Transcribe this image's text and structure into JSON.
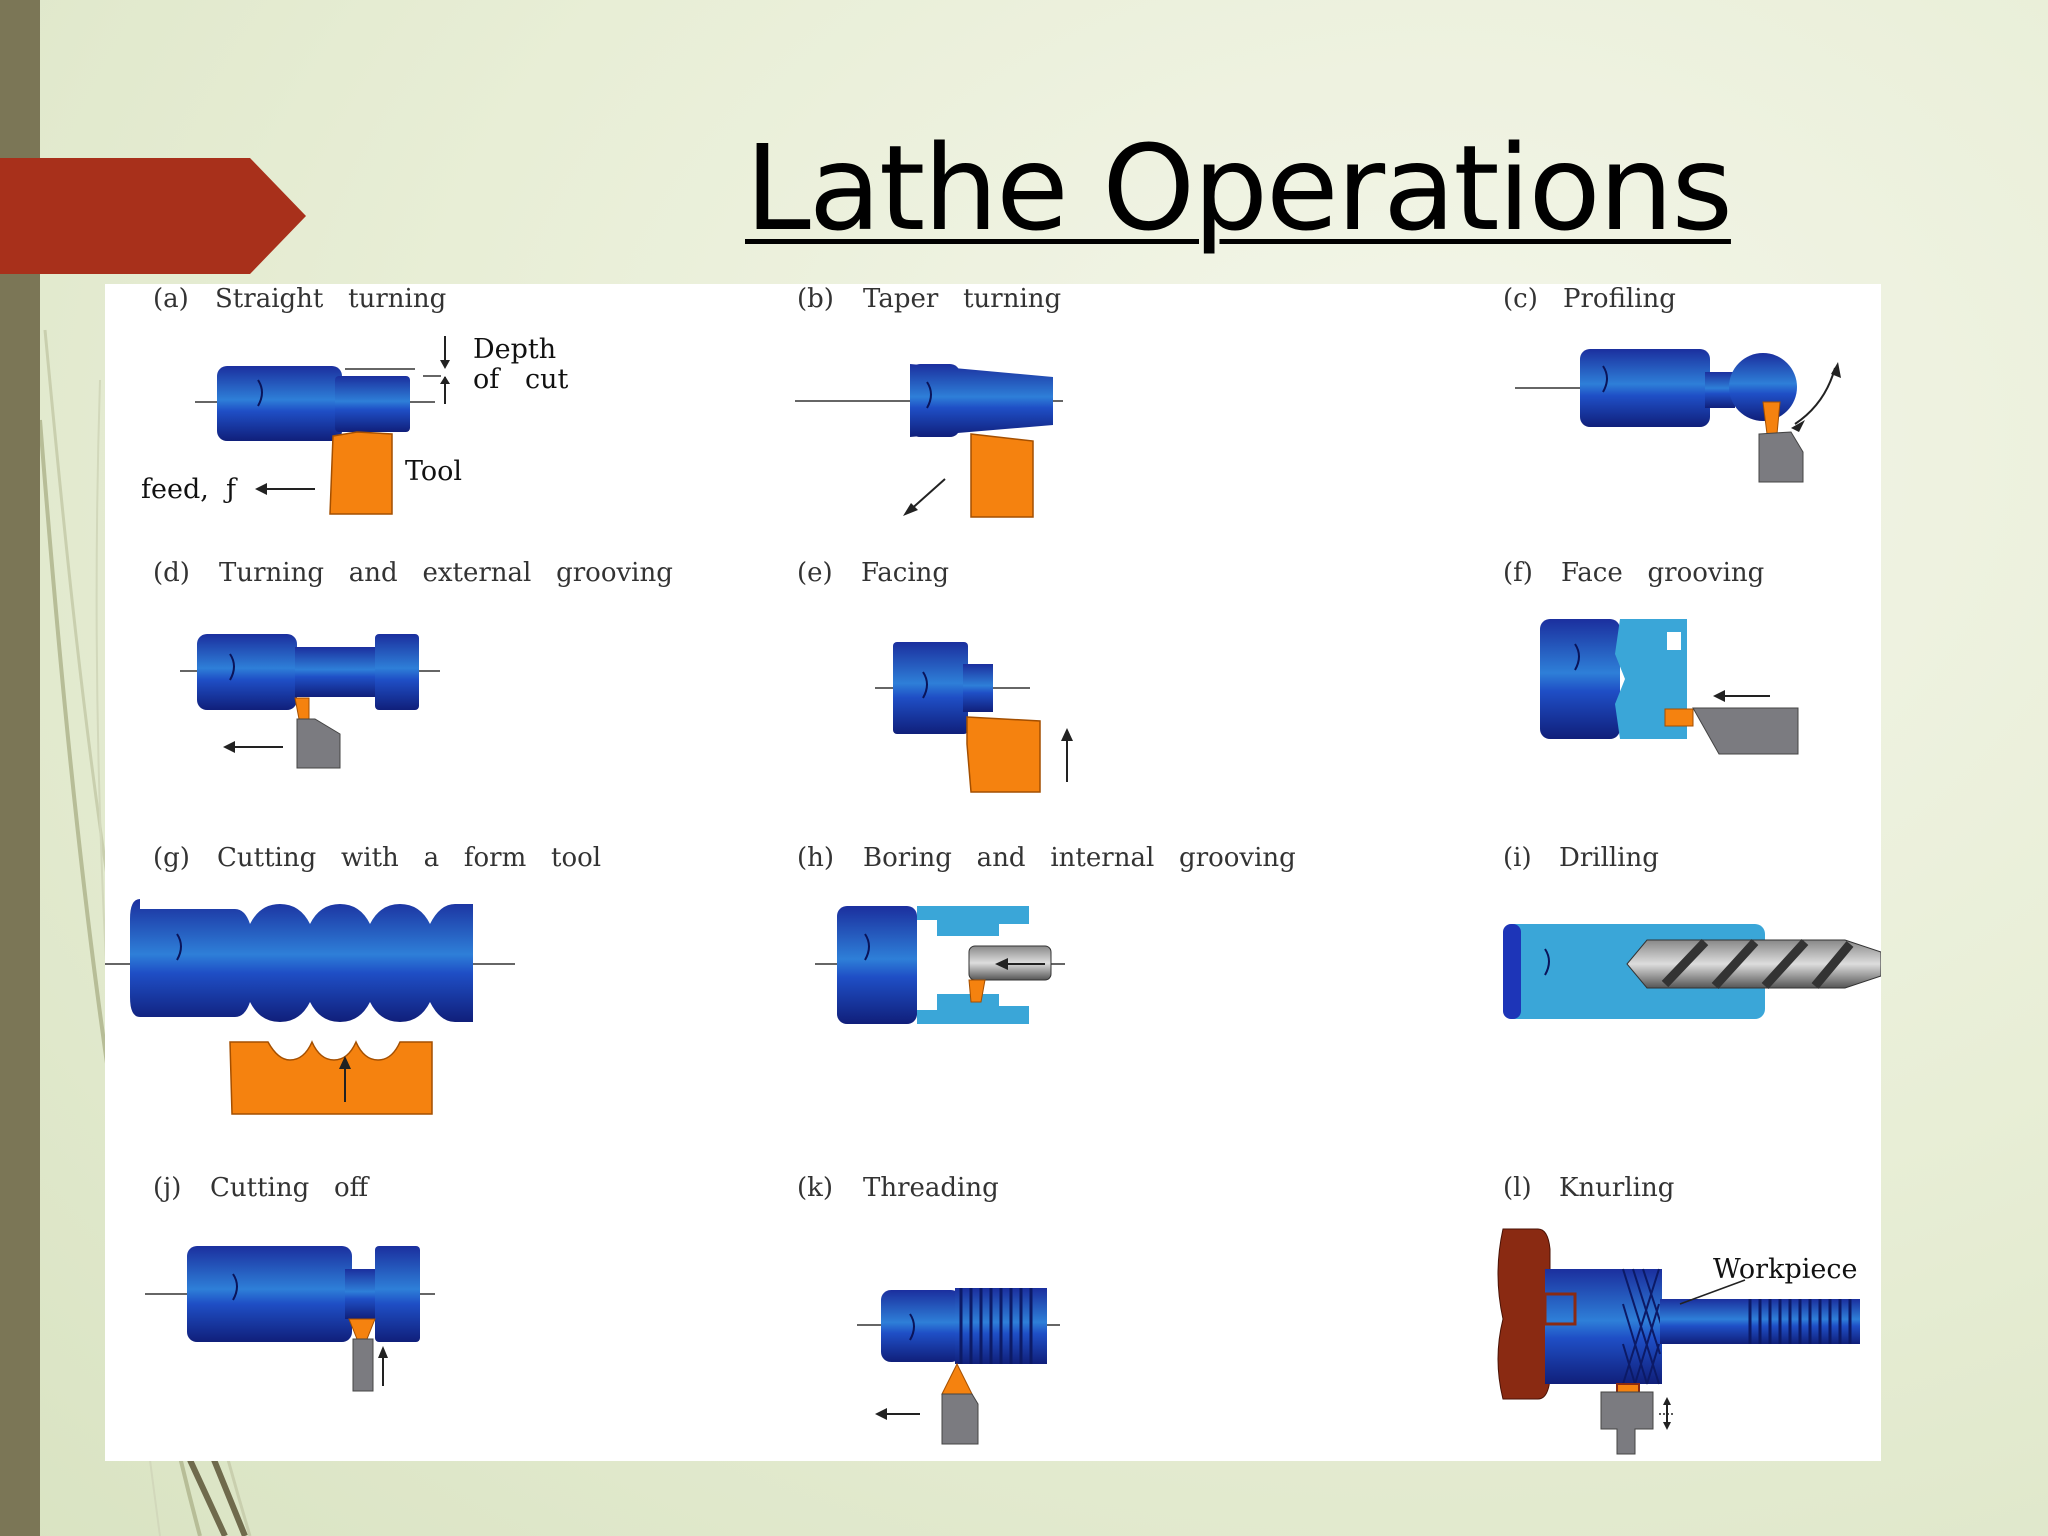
{
  "slide": {
    "title": "Lathe Operations"
  },
  "operations": [
    {
      "letter": "(a)",
      "name": "Straight   turning"
    },
    {
      "letter": "(b)",
      "name": "Taper   turning"
    },
    {
      "letter": "(c)",
      "name": "Profiling"
    },
    {
      "letter": "(d)",
      "name": "Turning   and   external   grooving"
    },
    {
      "letter": "(e)",
      "name": "Facing"
    },
    {
      "letter": "(f)",
      "name": "Face   grooving"
    },
    {
      "letter": "(g)",
      "name": "Cutting   with   a   form   tool"
    },
    {
      "letter": "(h)",
      "name": "Boring   and   internal   grooving"
    },
    {
      "letter": "(i)",
      "name": "Drilling"
    },
    {
      "letter": "(j)",
      "name": "Cutting   off"
    },
    {
      "letter": "(k)",
      "name": "Threading"
    },
    {
      "letter": "(l)",
      "name": "Knurling"
    }
  ],
  "annotations": {
    "depth_line1": "Depth",
    "depth_line2": "of   cut",
    "tool": "Tool",
    "feed": "feed,  ƒ",
    "workpiece": "Workpiece"
  },
  "colors": {
    "workpiece": "#1d35b8",
    "tool": "#f5820f",
    "holder": "#7b7b80",
    "accent": "#a8301b",
    "light": "#3aa6d8"
  }
}
